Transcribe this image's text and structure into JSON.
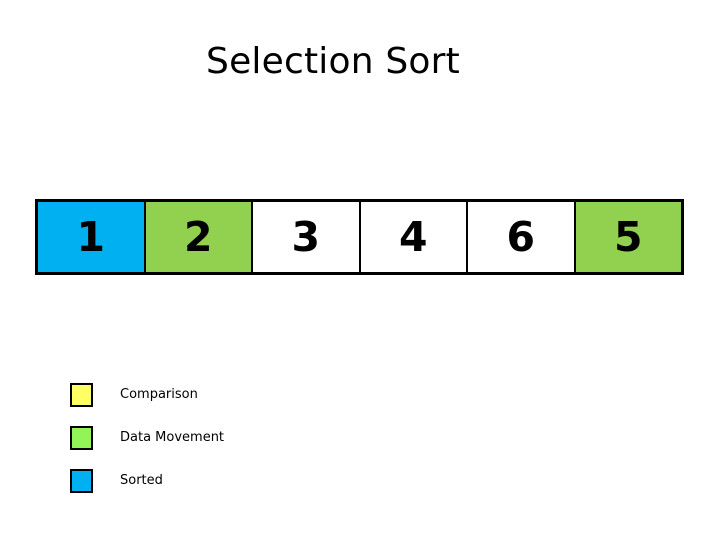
{
  "title": "Selection Sort",
  "colors": {
    "comparison": "#FFFF66",
    "data_movement_legend": "#92F456",
    "data_movement_cell": "#92D14F",
    "sorted": "#00B0F0",
    "default_cell": "#FFFFFF",
    "border": "#000000",
    "text": "#000000",
    "background": "#FFFFFF"
  },
  "array": {
    "cells": [
      {
        "value": "1",
        "state": "sorted",
        "fill": "#00B0F0"
      },
      {
        "value": "2",
        "state": "data-movement",
        "fill": "#92D14F"
      },
      {
        "value": "3",
        "state": "default",
        "fill": "#FFFFFF"
      },
      {
        "value": "4",
        "state": "default",
        "fill": "#FFFFFF"
      },
      {
        "value": "6",
        "state": "default",
        "fill": "#FFFFFF"
      },
      {
        "value": "5",
        "state": "data-movement",
        "fill": "#92D14F"
      }
    ]
  },
  "legend": {
    "items": [
      {
        "label": "Comparison",
        "color": "#FFFF66"
      },
      {
        "label": "Data Movement",
        "color": "#92F456"
      },
      {
        "label": "Sorted",
        "color": "#00B0F0"
      }
    ]
  }
}
